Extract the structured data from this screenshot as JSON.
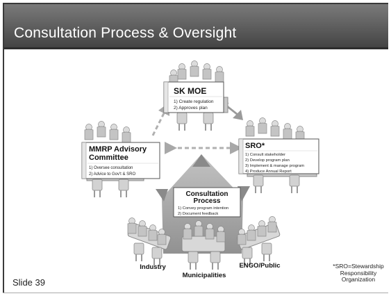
{
  "slide": {
    "title": "Consultation Process & Oversight",
    "number": "Slide 39",
    "footnote_lines": [
      "*SRO=Stewardship",
      "Responsibility",
      "Organization"
    ]
  },
  "nodes": {
    "moe": {
      "title": "SK MOE",
      "items": [
        "1) Create regulation",
        "2) Approves plan"
      ]
    },
    "advisory": {
      "title_lines": [
        "MMRP Advisory",
        "Committee"
      ],
      "items": [
        "1) Oversee consultation",
        "2) Advice to Gov't & SRO"
      ]
    },
    "sro": {
      "title": "SRO*",
      "items": [
        "1) Consult stakeholder",
        "2) Develop program plan",
        "3) Implement & manage program",
        "4) Produce Annual Report"
      ]
    },
    "consultation": {
      "title_lines": [
        "Consultation",
        "Process"
      ],
      "items": [
        "1) Convey program intention",
        "2) Document feedback"
      ]
    }
  },
  "groups": {
    "industry": "Industry",
    "municipalities": "Municipalities",
    "engo": "ENGO/Public"
  },
  "colors": {
    "titlebar": "#5a5a5a",
    "arrow": "#9a9a9a",
    "card_border": "#555555",
    "figure": "#c8c8c8"
  }
}
